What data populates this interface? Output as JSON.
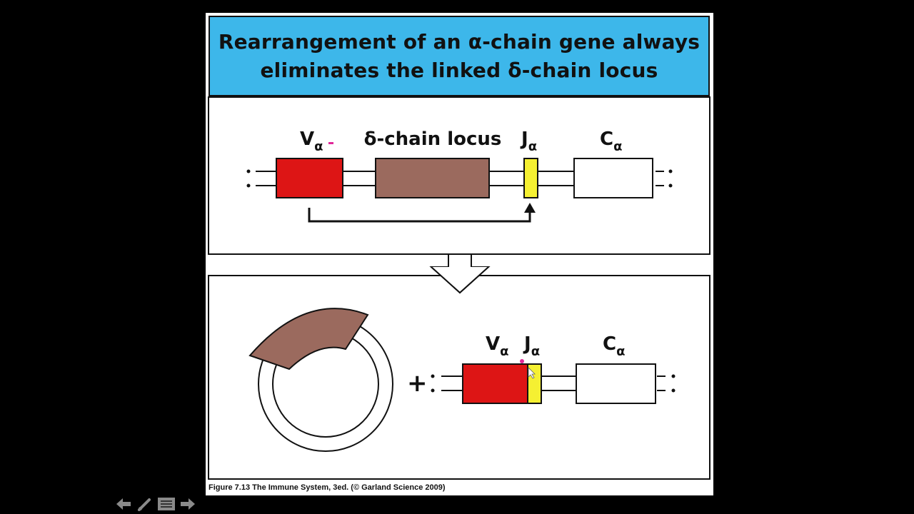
{
  "title": {
    "line1": "Rearrangement of an α-chain gene always",
    "line2": "eliminates the linked δ-chain locus"
  },
  "top_panel": {
    "v_label": "V",
    "v_sub": "α",
    "delta_label": "δ-chain locus",
    "j_label": "J",
    "j_sub": "α",
    "c_label": "C",
    "c_sub": "α"
  },
  "bottom_panel": {
    "plus": "+",
    "v_label": "V",
    "v_sub": "α",
    "j_label": "J",
    "j_sub": "α",
    "c_label": "C",
    "c_sub": "α"
  },
  "caption": "Figure 7.13 The Immune System, 3ed. (© Garland Science 2009)",
  "colors": {
    "header": "#3db7ea",
    "v_segment": "#dd1515",
    "delta_locus": "#9b6a5e",
    "j_segment": "#f5f032",
    "c_segment": "#ffffff"
  },
  "nav": {
    "back": "back-arrow-icon",
    "pen": "pen-icon",
    "menu": "menu-icon",
    "forward": "forward-arrow-icon"
  }
}
